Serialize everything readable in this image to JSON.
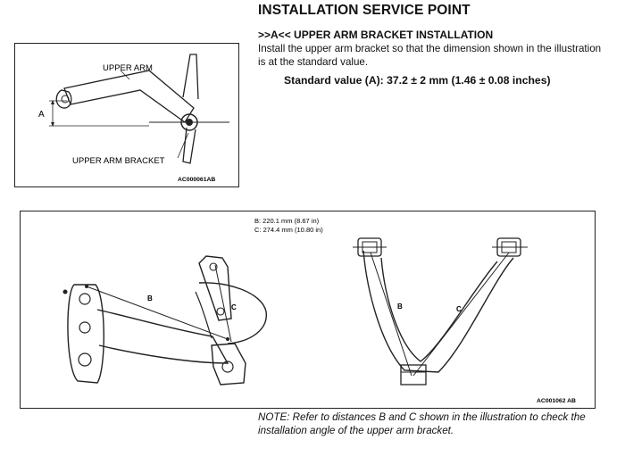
{
  "heading": "INSTALLATION SERVICE POINT",
  "subheading": ">>A<< UPPER ARM BRACKET INSTALLATION",
  "body_text": "Install the upper arm bracket so that the dimension shown in the illustration is at the standard value.",
  "standard_value": "Standard value (A): 37.2 ± 2 mm (1.46 ± 0.08 inches)",
  "figure1": {
    "label_upper_arm": "UPPER ARM",
    "label_bracket": "UPPER ARM BRACKET",
    "label_a": "A",
    "code": "AC000061AB"
  },
  "figure2": {
    "dim_b": "B: 220.1 mm (8.67 in)",
    "dim_c": "C: 274.4 mm (10.80 in)",
    "label_b": "B",
    "label_c": "C",
    "code": "AC001062 AB"
  },
  "note": "NOTE: Refer to distances B and C shown in the illustration to check the installation angle of the upper arm bracket."
}
